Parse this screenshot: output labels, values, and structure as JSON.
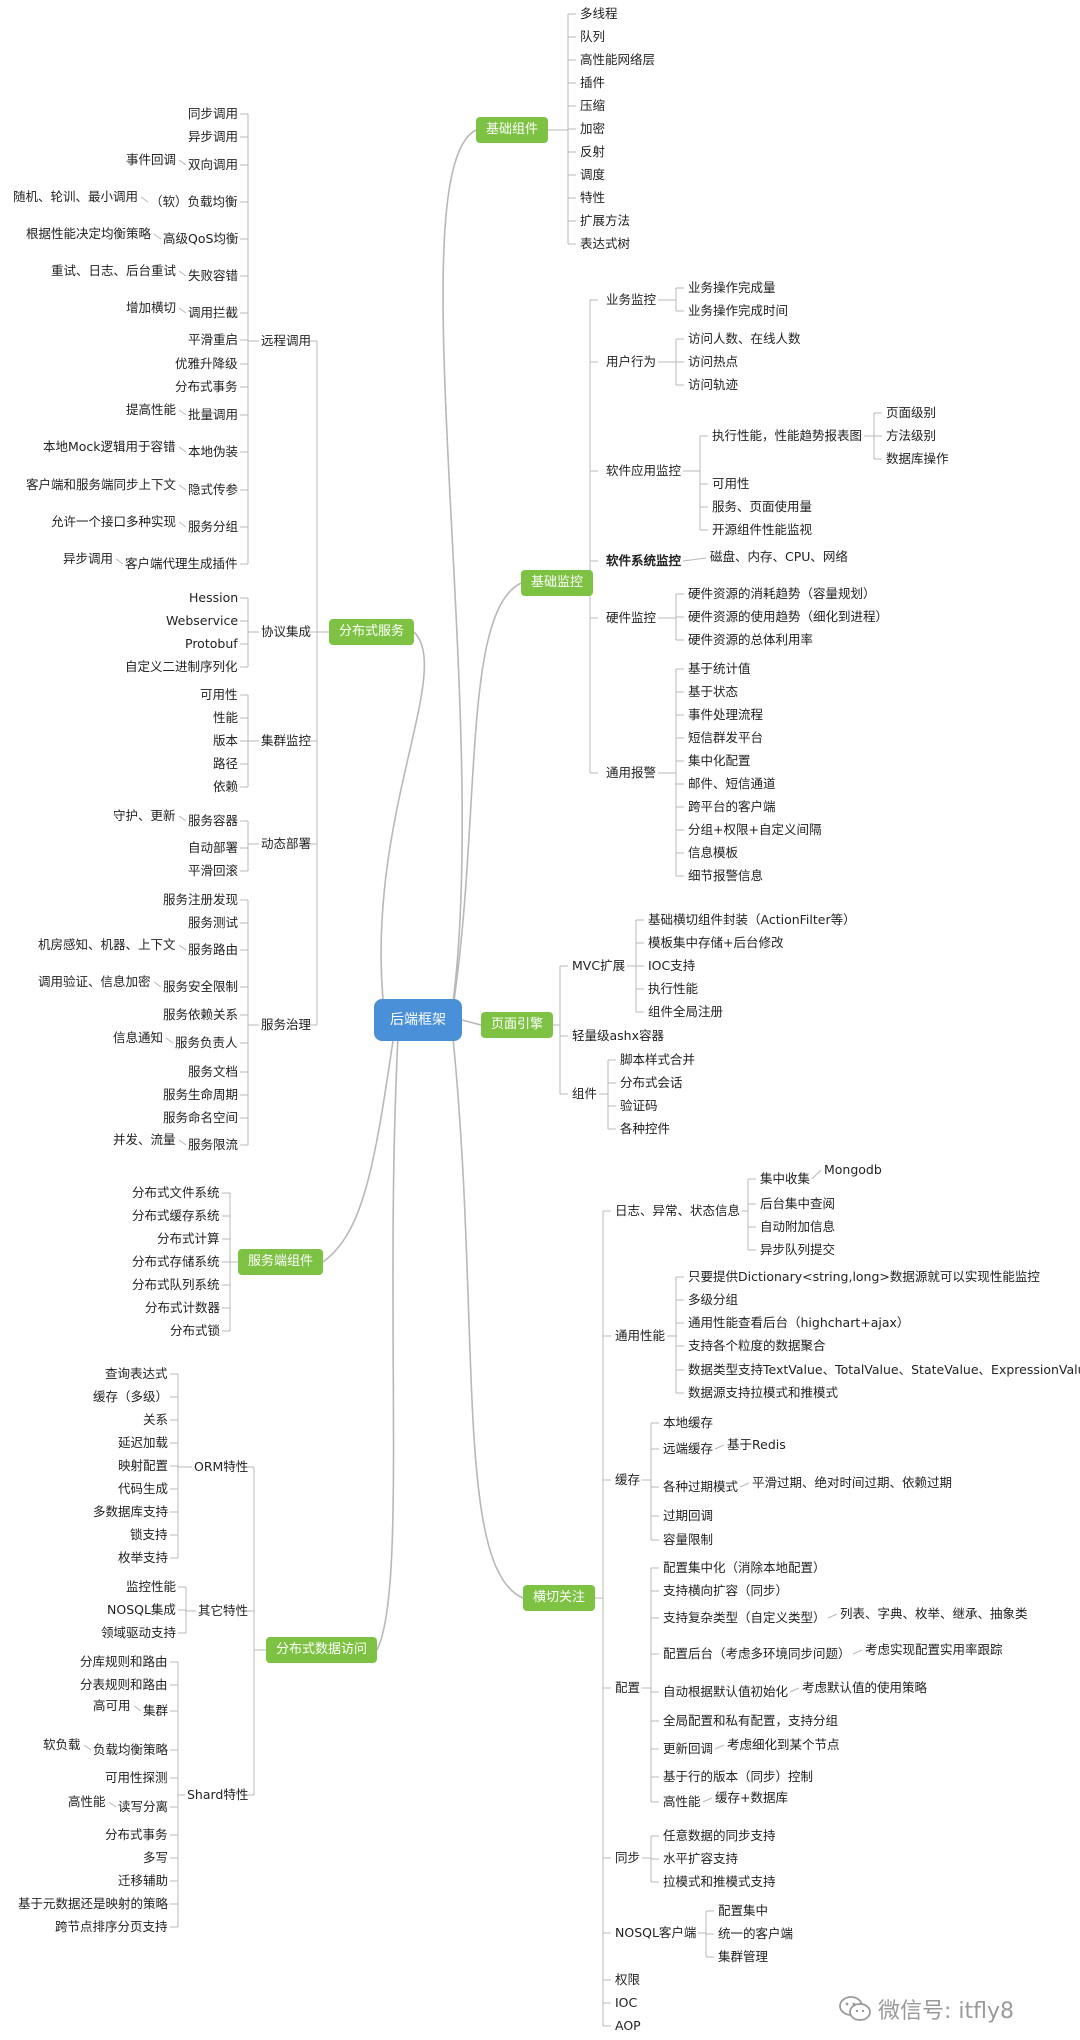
{
  "root": "后端框架",
  "watermark": "微信号: itfly8",
  "left": [
    {
      "label": "分布式服务",
      "groups": [
        {
          "label": "远程调用",
          "items": [
            {
              "text": "同步调用"
            },
            {
              "text": "异步调用"
            },
            {
              "text": "双向调用",
              "note": "事件回调"
            },
            {
              "text": "（软）负载均衡",
              "note": "随机、轮训、最小调用"
            },
            {
              "text": "高级QoS均衡",
              "note": "根据性能决定均衡策略"
            },
            {
              "text": "失败容错",
              "note": "重试、日志、后台重试"
            },
            {
              "text": "调用拦截",
              "note": "增加横切"
            },
            {
              "text": "平滑重启"
            },
            {
              "text": "优雅升降级"
            },
            {
              "text": "分布式事务"
            },
            {
              "text": "批量调用",
              "note": "提高性能"
            },
            {
              "text": "本地伪装",
              "note": "本地Mock逻辑用于容错"
            },
            {
              "text": "隐式传参",
              "note": "客户端和服务端同步上下文"
            },
            {
              "text": "服务分组",
              "note": "允许一个接口多种实现"
            },
            {
              "text": "客户端代理生成插件",
              "note": "异步调用"
            }
          ]
        },
        {
          "label": "协议集成",
          "items": [
            {
              "text": "Hession"
            },
            {
              "text": "Webservice"
            },
            {
              "text": "Protobuf"
            },
            {
              "text": "自定义二进制序列化"
            }
          ]
        },
        {
          "label": "集群监控",
          "items": [
            {
              "text": "可用性"
            },
            {
              "text": "性能"
            },
            {
              "text": "版本"
            },
            {
              "text": "路径"
            },
            {
              "text": "依赖"
            }
          ]
        },
        {
          "label": "动态部署",
          "items": [
            {
              "text": "服务容器",
              "note": "守护、更新"
            },
            {
              "text": "自动部署"
            },
            {
              "text": "平滑回滚"
            }
          ]
        },
        {
          "label": "服务治理",
          "items": [
            {
              "text": "服务注册发现"
            },
            {
              "text": "服务测试"
            },
            {
              "text": "服务路由",
              "note": "机房感知、机器、上下文"
            },
            {
              "text": "服务安全限制",
              "note": "调用验证、信息加密"
            },
            {
              "text": "服务依赖关系"
            },
            {
              "text": "服务负责人",
              "note": "信息通知"
            },
            {
              "text": "服务文档"
            },
            {
              "text": "服务生命周期"
            },
            {
              "text": "服务命名空间"
            },
            {
              "text": "服务限流",
              "note": "并发、流量"
            }
          ]
        }
      ]
    },
    {
      "label": "服务端组件",
      "items": [
        "分布式文件系统",
        "分布式缓存系统",
        "分布式计算",
        "分布式存储系统",
        "分布式队列系统",
        "分布式计数器",
        "分布式锁"
      ]
    },
    {
      "label": "分布式数据访问",
      "groups": [
        {
          "label": "ORM特性",
          "items": [
            {
              "text": "查询表达式"
            },
            {
              "text": "缓存（多级）"
            },
            {
              "text": "关系"
            },
            {
              "text": "延迟加载"
            },
            {
              "text": "映射配置"
            },
            {
              "text": "代码生成"
            },
            {
              "text": "多数据库支持"
            },
            {
              "text": "锁支持"
            },
            {
              "text": "枚举支持"
            }
          ]
        },
        {
          "label": "其它特性",
          "items": [
            {
              "text": "监控性能"
            },
            {
              "text": "NOSQL集成"
            },
            {
              "text": "领域驱动支持"
            }
          ]
        },
        {
          "label": "Shard特性",
          "items": [
            {
              "text": "分库规则和路由"
            },
            {
              "text": "分表规则和路由"
            },
            {
              "text": "集群",
              "note": "高可用"
            },
            {
              "text": "负载均衡策略",
              "note": "软负载"
            },
            {
              "text": "可用性探测"
            },
            {
              "text": "读写分离",
              "note": "高性能"
            },
            {
              "text": "分布式事务"
            },
            {
              "text": "多写"
            },
            {
              "text": "迁移辅助"
            },
            {
              "text": "基于元数据还是映射的策略"
            },
            {
              "text": "跨节点排序分页支持"
            }
          ]
        }
      ]
    }
  ],
  "right": [
    {
      "label": "基础组件",
      "items": [
        "多线程",
        "队列",
        "高性能网络层",
        "插件",
        "压缩",
        "加密",
        "反射",
        "调度",
        "特性",
        "扩展方法",
        "表达式树"
      ]
    },
    {
      "label": "基础监控",
      "groups": [
        {
          "label": "业务监控",
          "items": [
            {
              "text": "业务操作完成量"
            },
            {
              "text": "业务操作完成时间"
            }
          ]
        },
        {
          "label": "用户行为",
          "items": [
            {
              "text": "访问人数、在线人数"
            },
            {
              "text": "访问热点"
            },
            {
              "text": "访问轨迹"
            }
          ]
        },
        {
          "label": "软件应用监控",
          "items": [
            {
              "text": "执行性能，性能趋势报表图",
              "children": [
                "页面级别",
                "方法级别",
                "数据库操作"
              ]
            },
            {
              "text": "可用性"
            },
            {
              "text": "服务、页面使用量"
            },
            {
              "text": "开源组件性能监视"
            }
          ]
        },
        {
          "label": "软件系统监控",
          "items": [
            {
              "text": "磁盘、内存、CPU、网络"
            }
          ]
        },
        {
          "label": "硬件监控",
          "items": [
            {
              "text": "硬件资源的消耗趋势（容量规划）"
            },
            {
              "text": "硬件资源的使用趋势（细化到进程）"
            },
            {
              "text": "硬件资源的总体利用率"
            }
          ]
        },
        {
          "label": "通用报警",
          "items": [
            {
              "text": "基于统计值"
            },
            {
              "text": "基于状态"
            },
            {
              "text": "事件处理流程"
            },
            {
              "text": "短信群发平台"
            },
            {
              "text": "集中化配置"
            },
            {
              "text": "邮件、短信通道"
            },
            {
              "text": "跨平台的客户端"
            },
            {
              "text": "分组+权限+自定义间隔"
            },
            {
              "text": "信息模板"
            },
            {
              "text": "细节报警信息"
            }
          ]
        }
      ]
    },
    {
      "label": "页面引擎",
      "groups": [
        {
          "label": "MVC扩展",
          "items": [
            {
              "text": "基础横切组件封装（ActionFilter等）"
            },
            {
              "text": "模板集中存储+后台修改"
            },
            {
              "text": "IOC支持"
            },
            {
              "text": "执行性能"
            },
            {
              "text": "组件全局注册"
            }
          ]
        },
        {
          "label": "轻量级ashx容器",
          "items": []
        },
        {
          "label": "组件",
          "items": [
            {
              "text": "脚本样式合并"
            },
            {
              "text": "分布式会话"
            },
            {
              "text": "验证码"
            },
            {
              "text": "各种控件"
            }
          ]
        }
      ]
    },
    {
      "label": "横切关注",
      "groups": [
        {
          "label": "日志、异常、状态信息",
          "items": [
            {
              "text": "集中收集",
              "note": "Mongodb"
            },
            {
              "text": "后台集中查阅"
            },
            {
              "text": "自动附加信息"
            },
            {
              "text": "异步队列提交"
            }
          ]
        },
        {
          "label": "通用性能",
          "items": [
            {
              "text": "只要提供Dictionary<string,long>数据源就可以实现性能监控"
            },
            {
              "text": "多级分组"
            },
            {
              "text": "通用性能查看后台（highchart+ajax）"
            },
            {
              "text": "支持各个粒度的数据聚合"
            },
            {
              "text": "数据类型支持TextValue、TotalValue、StateValue、ExpressionValue"
            },
            {
              "text": "数据源支持拉模式和推模式"
            }
          ]
        },
        {
          "label": "缓存",
          "items": [
            {
              "text": "本地缓存"
            },
            {
              "text": "远端缓存",
              "note": "基于Redis"
            },
            {
              "text": "各种过期模式",
              "note": "平滑过期、绝对时间过期、依赖过期"
            },
            {
              "text": "过期回调"
            },
            {
              "text": "容量限制"
            }
          ]
        },
        {
          "label": "配置",
          "items": [
            {
              "text": "配置集中化（消除本地配置）"
            },
            {
              "text": "支持横向扩容（同步）"
            },
            {
              "text": "支持复杂类型（自定义类型）",
              "note": "列表、字典、枚举、继承、抽象类"
            },
            {
              "text": "配置后台（考虑多环境同步问题）",
              "note": "考虑实现配置实用率跟踪"
            },
            {
              "text": "自动根据默认值初始化",
              "note": "考虑默认值的使用策略"
            },
            {
              "text": "全局配置和私有配置，支持分组"
            },
            {
              "text": "更新回调",
              "note": "考虑细化到某个节点"
            },
            {
              "text": "基于行的版本（同步）控制"
            },
            {
              "text": "高性能",
              "note": "缓存+数据库"
            }
          ]
        },
        {
          "label": "同步",
          "items": [
            {
              "text": "任意数据的同步支持"
            },
            {
              "text": "水平扩容支持"
            },
            {
              "text": "拉模式和推模式支持"
            }
          ]
        },
        {
          "label": "NOSQL客户端",
          "items": [
            {
              "text": "配置集中"
            },
            {
              "text": "统一的客户端"
            },
            {
              "text": "集群管理"
            }
          ]
        },
        {
          "label": "权限",
          "items": []
        },
        {
          "label": "IOC",
          "items": []
        },
        {
          "label": "AOP",
          "items": []
        }
      ]
    }
  ]
}
